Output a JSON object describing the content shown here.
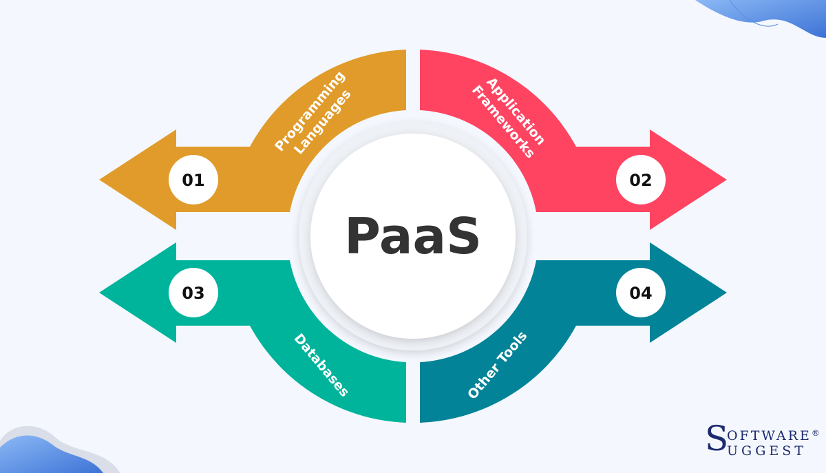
{
  "title": "PaaS",
  "items": [
    {
      "number": "01",
      "label_line1": "Programming",
      "label_line2": "Languages",
      "color": "#E09B2B"
    },
    {
      "number": "02",
      "label_line1": "Application",
      "label_line2": "Frameworks",
      "color": "#FF4462"
    },
    {
      "number": "03",
      "label_line1": "Databases",
      "label_line2": "",
      "color": "#00B49C"
    },
    {
      "number": "04",
      "label_line1": "Other Tools",
      "label_line2": "",
      "color": "#038397"
    }
  ],
  "logo": {
    "line1_initial": "S",
    "line1_rest": "OFTWARE",
    "registered": "®",
    "line2_rest": "UGGEST"
  }
}
